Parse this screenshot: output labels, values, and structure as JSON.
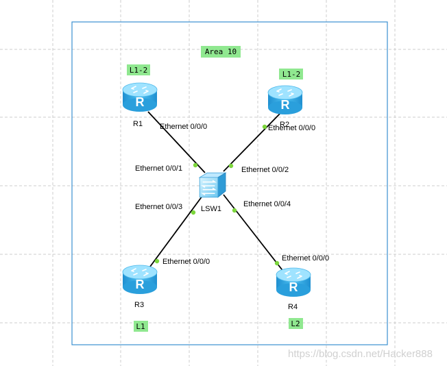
{
  "area": {
    "label": "Area 10"
  },
  "devices": {
    "r1": {
      "name": "R1",
      "level": "L1-2",
      "icon": "router-icon",
      "glyph": "R"
    },
    "r2": {
      "name": "R2",
      "level": "L1-2",
      "icon": "router-icon",
      "glyph": "R"
    },
    "r3": {
      "name": "R3",
      "level": "L1",
      "icon": "router-icon",
      "glyph": "R"
    },
    "r4": {
      "name": "R4",
      "level": "L2",
      "icon": "router-icon",
      "glyph": "R"
    },
    "lsw1": {
      "name": "LSW1",
      "icon": "switch-icon"
    }
  },
  "ports": {
    "r1_e000": "Ethernet 0/0/0",
    "r2_e000": "Ethernet 0/0/0",
    "r3_e000": "Ethernet 0/0/0",
    "r4_e000": "Ethernet 0/0/0",
    "lsw1_e001": "Ethernet 0/0/1",
    "lsw1_e002": "Ethernet 0/0/2",
    "lsw1_e003": "Ethernet 0/0/3",
    "lsw1_e004": "Ethernet 0/0/4"
  },
  "watermark": "https://blog.csdn.net/Hacker888",
  "colors": {
    "grid": "#cccccc",
    "area_border": "#3a8fd0",
    "tag_bg": "#90e890",
    "link": "#000000",
    "port_dot": "#7cd63c",
    "router_body": "#33a9e6",
    "router_top": "#8fdcff"
  }
}
